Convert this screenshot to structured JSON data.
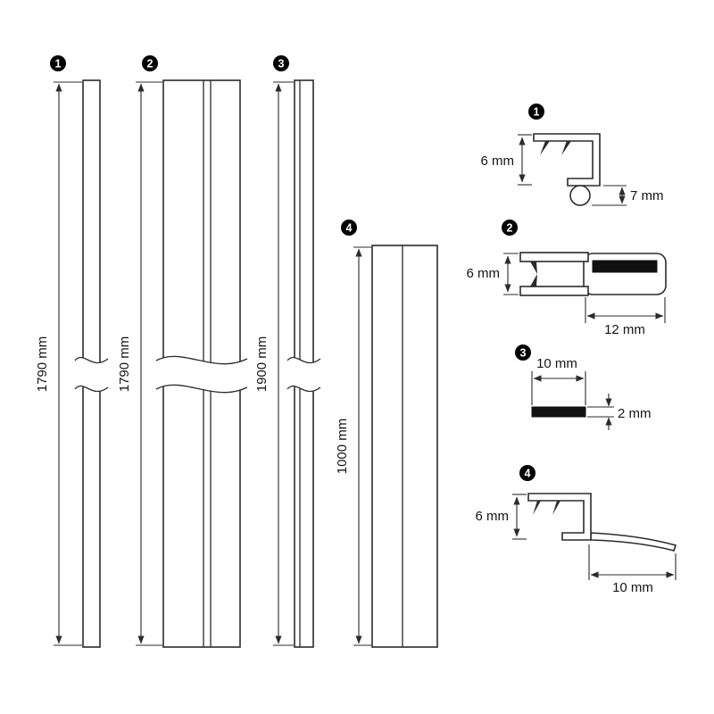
{
  "strips": [
    {
      "num": "1",
      "length": "1790 mm"
    },
    {
      "num": "2",
      "length": "1790 mm"
    },
    {
      "num": "3",
      "length": "1900 mm"
    },
    {
      "num": "4",
      "length": "1000 mm"
    }
  ],
  "profiles": [
    {
      "num": "1",
      "height": "6 mm",
      "bubble": "7 mm"
    },
    {
      "num": "2",
      "height": "6 mm",
      "width": "12 mm"
    },
    {
      "num": "3",
      "width": "10 mm",
      "thickness": "2 mm"
    },
    {
      "num": "4",
      "height": "6 mm",
      "fin": "10 mm"
    }
  ],
  "colors": {
    "line": "#2b2b2b",
    "black_fill": "#111111",
    "background": "#ffffff"
  }
}
